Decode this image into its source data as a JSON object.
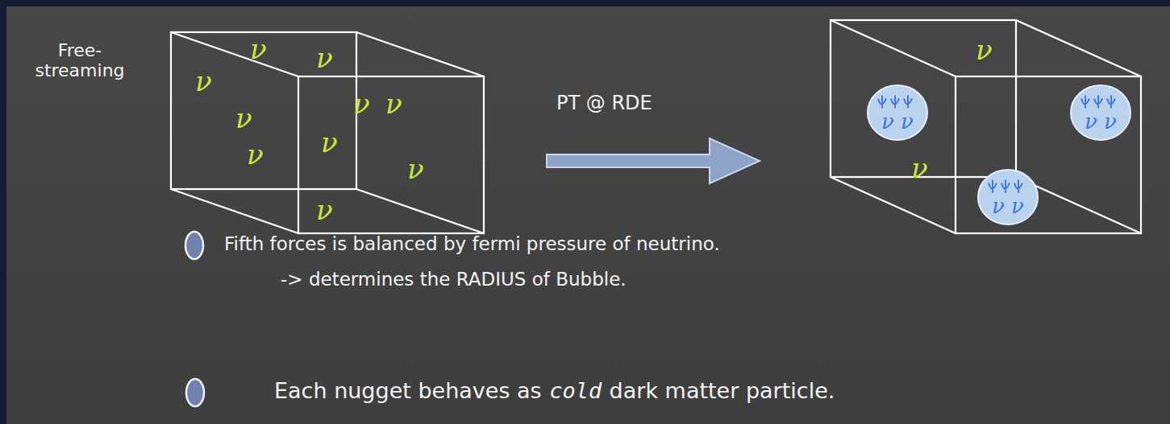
{
  "diagram": {
    "nodes": [
      {
        "text": [
          "ν ν"
        ]
      },
      {
        "text": [
          "ν ν"
        ]
      },
      {
        "text": [
          "ν ν"
        ]
      }
    ],
    "labels": [
      "Free- streaming",
      "ν",
      "ν",
      "ν",
      "ν",
      "ν",
      "ν",
      "ν",
      "ν",
      "ν",
      "ν",
      "PT @ RDE",
      "ν",
      "ν",
      "Fifth forces is balanced by fermi pressure of neutrino.",
      "-> determines the RADIUS of Bubble.",
      "Each nugget behaves as",
      "cold",
      "dark matter particle."
    ]
  }
}
